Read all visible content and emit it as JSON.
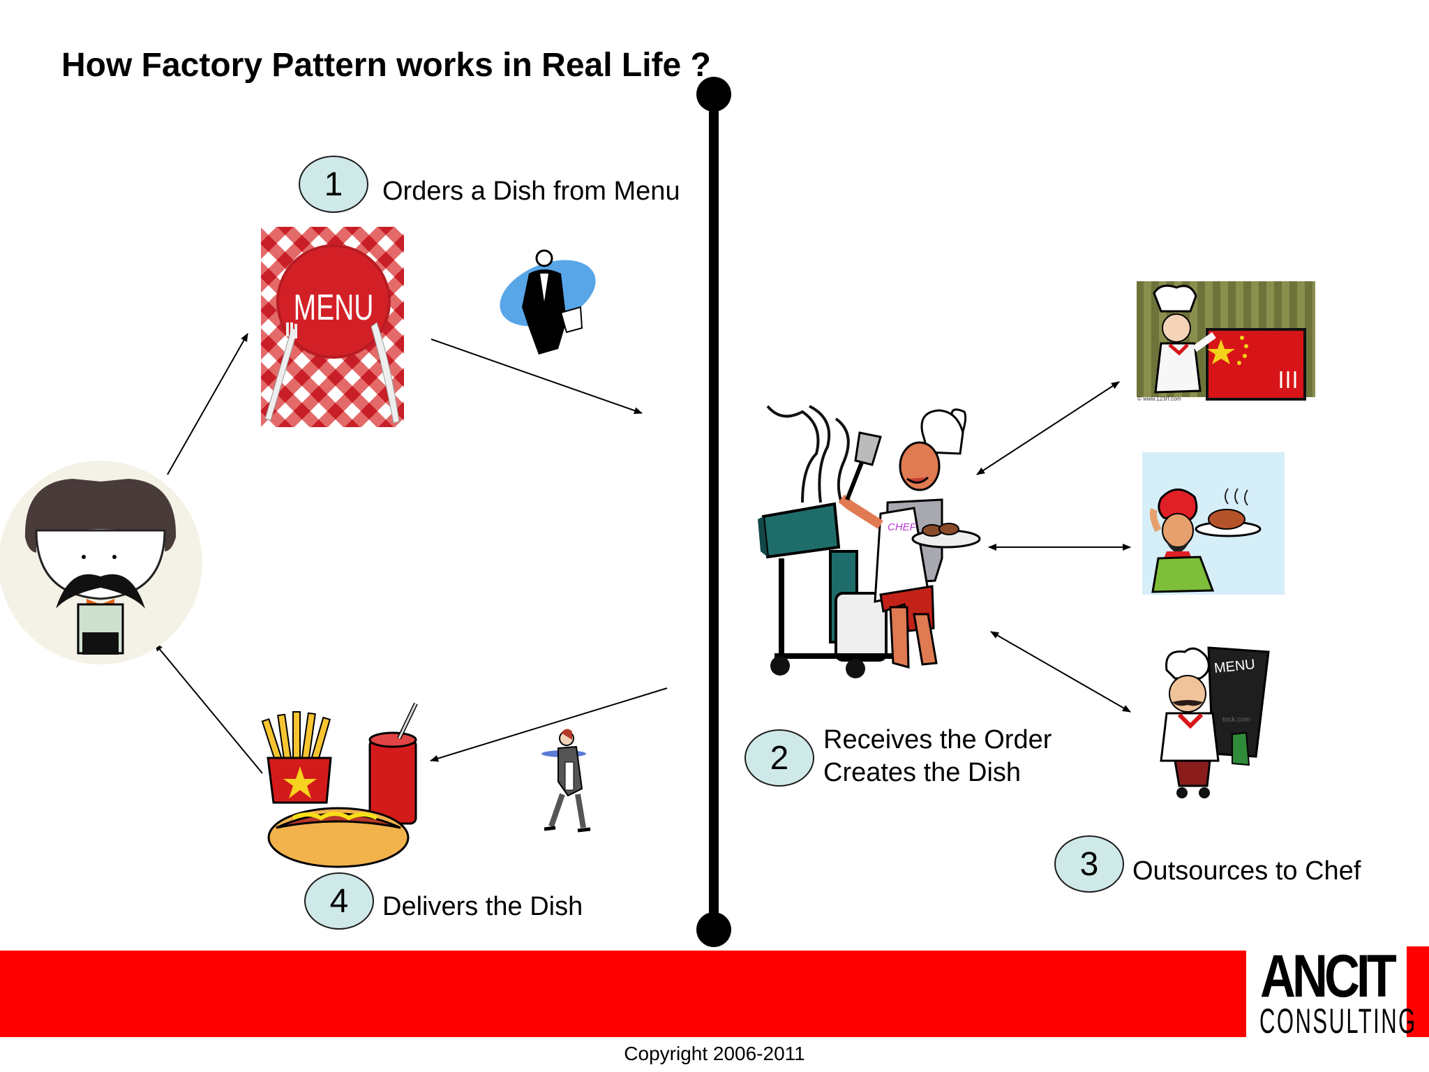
{
  "title": "How Factory Pattern works in Real Life ?",
  "steps": [
    {
      "number": "1",
      "label": "Orders a Dish from Menu"
    },
    {
      "number": "2",
      "label_line1": "Receives the Order",
      "label_line2": "Creates the Dish"
    },
    {
      "number": "3",
      "label": "Outsources to Chef"
    },
    {
      "number": "4",
      "label": "Delivers the Dish"
    }
  ],
  "illustrations": {
    "menu_card_text": "MENU",
    "chef_board_text": "MENU",
    "bib_text": "CHEF",
    "chinese_credit_text": "© www.123rf.com",
    "board_watermark_text": "tock.com"
  },
  "footer": {
    "logo_line1": "ANCIT",
    "logo_line2": "CONSULTING",
    "copyright": "Copyright 2006-2011"
  },
  "colors": {
    "accent": "#ff0000",
    "step_circle_fill": "#cfe8e8",
    "menu_red": "#d32027",
    "divider": "#000000"
  }
}
